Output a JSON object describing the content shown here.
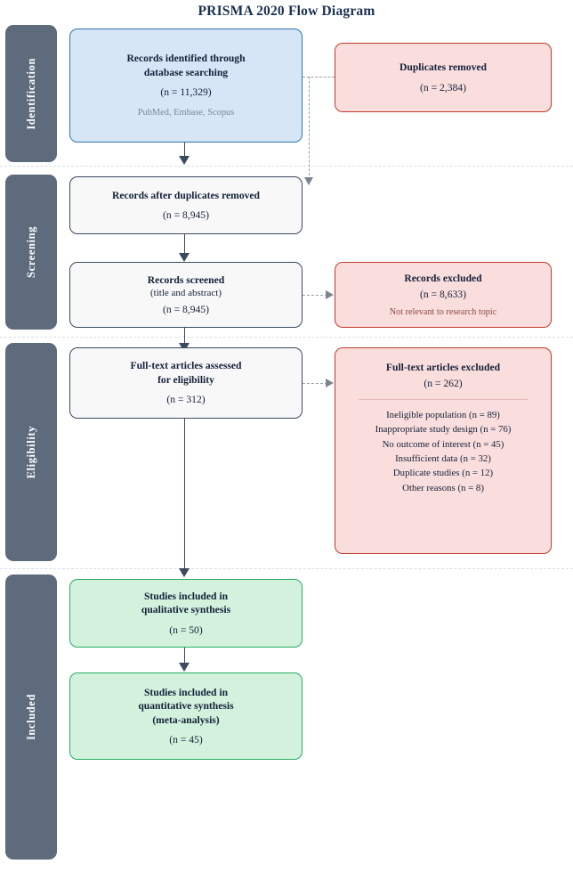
{
  "title": "PRISMA 2020 Flow Diagram",
  "stages": [
    {
      "name": "identification",
      "label": "Identification"
    },
    {
      "name": "screening",
      "label": "Screening"
    },
    {
      "name": "eligibility",
      "label": "Eligibility"
    },
    {
      "name": "included",
      "label": "Included"
    }
  ],
  "nodes": {
    "records_identified": {
      "heading_line1": "Records identified through",
      "heading_line2": "database searching",
      "count": "(n = 11,329)",
      "sources": "PubMed, Embase, Scopus"
    },
    "duplicates_removed": {
      "heading": "Duplicates removed",
      "count": "(n = 2,384)"
    },
    "records_after_duplicates": {
      "heading": "Records after duplicates removed",
      "count": "(n = 8,945)"
    },
    "records_screened": {
      "heading": "Records screened",
      "subtitle": "(title and abstract)",
      "count": "(n = 8,945)"
    },
    "records_excluded": {
      "heading": "Records excluded",
      "count": "(n = 8,633)",
      "note": "Not relevant to research topic"
    },
    "fulltext_assessed": {
      "heading_line1": "Full-text articles assessed",
      "heading_line2": "for eligibility",
      "count": "(n = 312)"
    },
    "fulltext_excluded": {
      "heading": "Full-text articles excluded",
      "count": "(n = 262)",
      "reasons": [
        "Ineligible population (n = 89)",
        "Inappropriate study design (n = 76)",
        "No outcome of interest (n = 45)",
        "Insufficient data (n = 32)",
        "Duplicate studies (n = 12)",
        "Other reasons (n = 8)"
      ]
    },
    "qualitative_synthesis": {
      "heading_line1": "Studies included in",
      "heading_line2": "qualitative synthesis",
      "count": "(n = 50)"
    },
    "quantitative_synthesis": {
      "heading_line1": "Studies included in",
      "heading_line2": "quantitative synthesis",
      "heading_line3": "(meta-analysis)",
      "count": "(n = 45)"
    }
  },
  "colors": {
    "stage_bar": "#5d6b7d",
    "identification_fill": "#d6e6f6",
    "identification_border": "#2e75b6",
    "neutral_fill": "#f8f8f8",
    "neutral_border": "#3b4a5e",
    "excluded_fill": "#fadedd",
    "excluded_border": "#c0392b",
    "included_fill": "#d2f2dd",
    "included_border": "#27ae60",
    "connector": "#3b4a5e",
    "dashed_connector": "#9aa2ab",
    "title_text": "#1b3050"
  }
}
